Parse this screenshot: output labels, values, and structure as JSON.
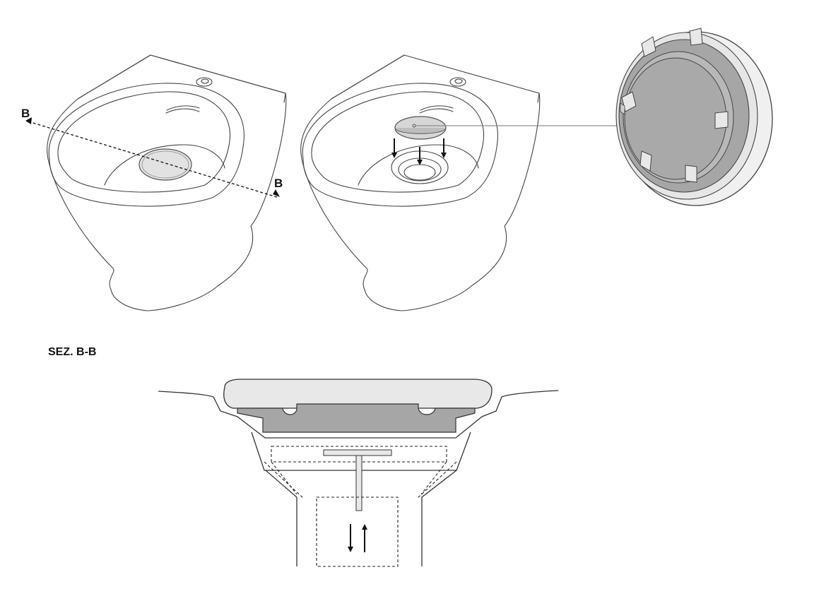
{
  "labels": {
    "section_marker_start": "B",
    "section_marker_end": "B",
    "section_title": "SEZ. B-B"
  },
  "colors": {
    "outline": "#444444",
    "plug_light": "#e2e2e2",
    "plug_dark": "#a6a6a6",
    "plug_mid": "#b8b8b8",
    "rim_light": "#f0f0f0",
    "arrow": "#111111"
  },
  "icons": {
    "press_down": "arrow-down-icon",
    "pop_up": "arrow-up-icon"
  }
}
